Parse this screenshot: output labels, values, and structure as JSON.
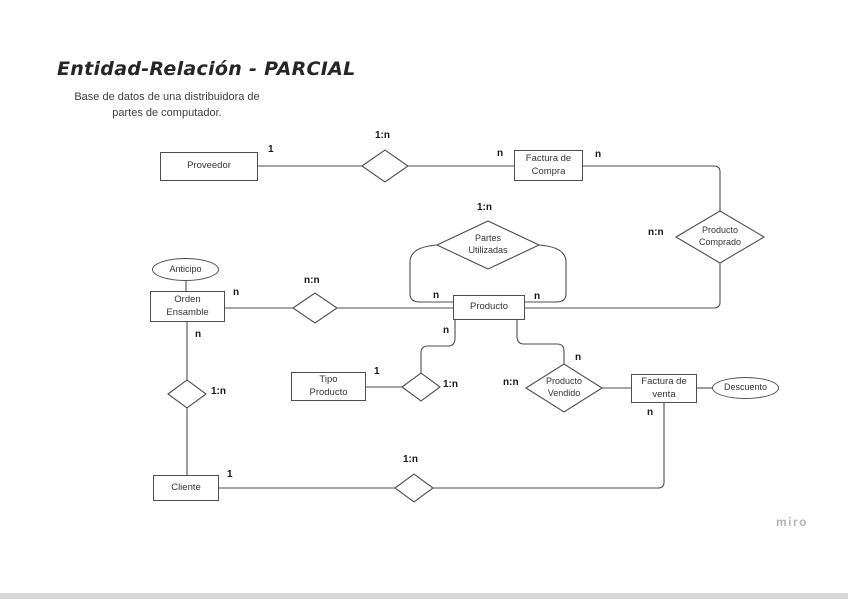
{
  "title": "Entidad-Relación - PARCIAL",
  "subtitle": {
    "line1": "Base de datos de una distribuidora de",
    "line2": "partes de computador."
  },
  "watermark": "miro",
  "colors": {
    "shape_stroke": "#4d4d4d",
    "text": "#333333",
    "watermark": "#b4b4b4"
  },
  "entities": {
    "proveedor": "Proveedor",
    "factura_compra": "Factura de\nCompra",
    "orden_ensamble": "Orden\nEnsamble",
    "producto": "Producto",
    "tipo_producto": "Tipo\nProducto",
    "factura_venta": "Factura de\nventa",
    "cliente": "Cliente"
  },
  "relationships": {
    "partes_utilizadas": "Partes\nUtilizadas",
    "producto_comprado": "Producto\nComprado",
    "producto_vendido": "Producto\nVendido"
  },
  "attributes": {
    "anticipo": "Anticipo",
    "descuento": "Descuento"
  },
  "cardinalities": {
    "proveedor_right": "1",
    "compra_rel_top": "1:n",
    "factura_compra_left": "n",
    "factura_compra_right": "n",
    "producto_comprado_left": "n:n",
    "partes_utilizadas_top": "1:n",
    "producto_top_left": "n",
    "producto_top_right": "n",
    "orden_ensamble_right": "n",
    "ensamble_rel_top": "n:n",
    "orden_ensamble_bottom": "n",
    "producto_bottom_left": "n",
    "producto_vendido_top": "n",
    "tipo_producto_right": "1",
    "tipo_rel_right": "1:n",
    "producto_vendido_left": "n:n",
    "factura_venta_bottom": "n",
    "orden_cliente_rel_right": "1:n",
    "cliente_right": "1",
    "venta_rel_top": "1:n"
  }
}
